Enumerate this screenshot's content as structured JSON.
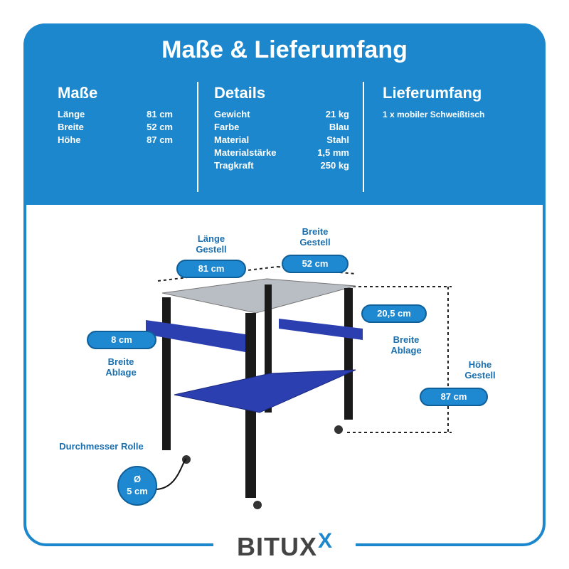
{
  "title": "Maße & Lieferumfang",
  "masse": {
    "heading": "Maße",
    "rows": [
      {
        "k": "Länge",
        "v": "81 cm"
      },
      {
        "k": "Breite",
        "v": "52 cm"
      },
      {
        "k": "Höhe",
        "v": "87 cm"
      }
    ]
  },
  "details": {
    "heading": "Details",
    "rows": [
      {
        "k": "Gewicht",
        "v": "21 kg"
      },
      {
        "k": "Farbe",
        "v": "Blau"
      },
      {
        "k": "Material",
        "v": "Stahl"
      },
      {
        "k": "Materialstärke",
        "v": "1,5 mm"
      },
      {
        "k": "Tragkraft",
        "v": "250 kg"
      }
    ]
  },
  "lieferumfang": {
    "heading": "Lieferumfang",
    "text": "1 x mobiler Schweißtisch"
  },
  "diagram": {
    "laenge_label": "Länge Gestell",
    "laenge": "81 cm",
    "breite_label": "Breite Gestell",
    "breite": "52 cm",
    "ablage_left_label": "Breite Ablage",
    "ablage_left": "8 cm",
    "ablage_right_label": "Breite Ablage",
    "ablage_right": "20,5 cm",
    "hoehe_label": "Höhe Gestell",
    "hoehe": "87 cm",
    "rolle_label": "Durchmesser Rolle",
    "rolle_symbol": "Ø",
    "rolle": "5 cm"
  },
  "logo": {
    "text": "BITUX",
    "accent": "X"
  },
  "colors": {
    "brand": "#1c87cc",
    "label": "#1a6fae"
  }
}
